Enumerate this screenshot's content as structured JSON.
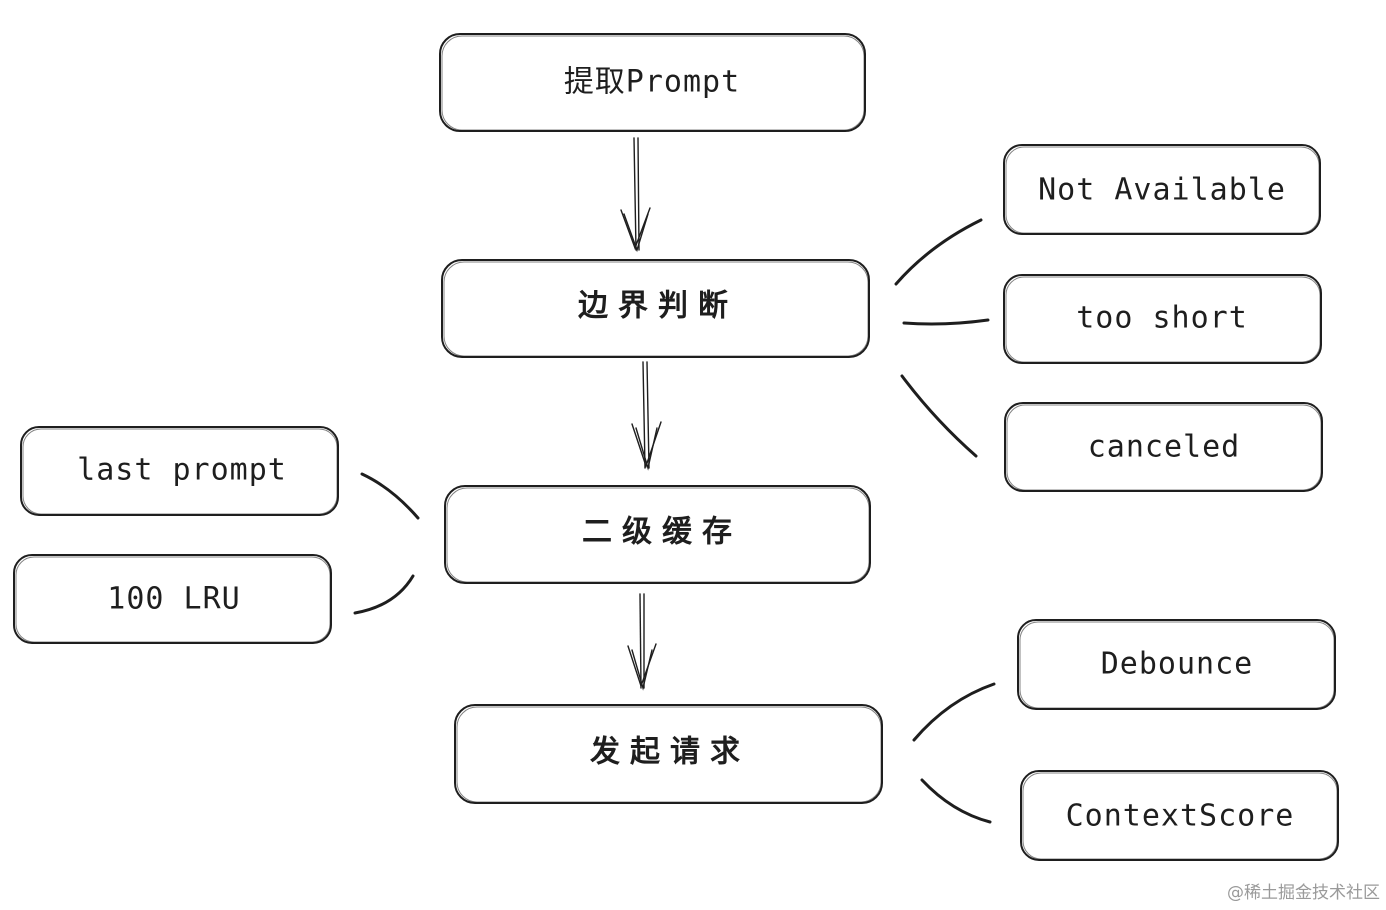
{
  "nodes": {
    "extract_prompt": "提取Prompt",
    "boundary_check": "边界判断",
    "two_level_cache": "二级缓存",
    "send_request": "发起请求",
    "not_available": "Not Available",
    "too_short": "too short",
    "canceled": "canceled",
    "last_prompt": "last prompt",
    "lru_100": "100 LRU",
    "debounce": "Debounce",
    "context_score": "ContextScore"
  },
  "watermark": "@稀土掘金技术社区"
}
